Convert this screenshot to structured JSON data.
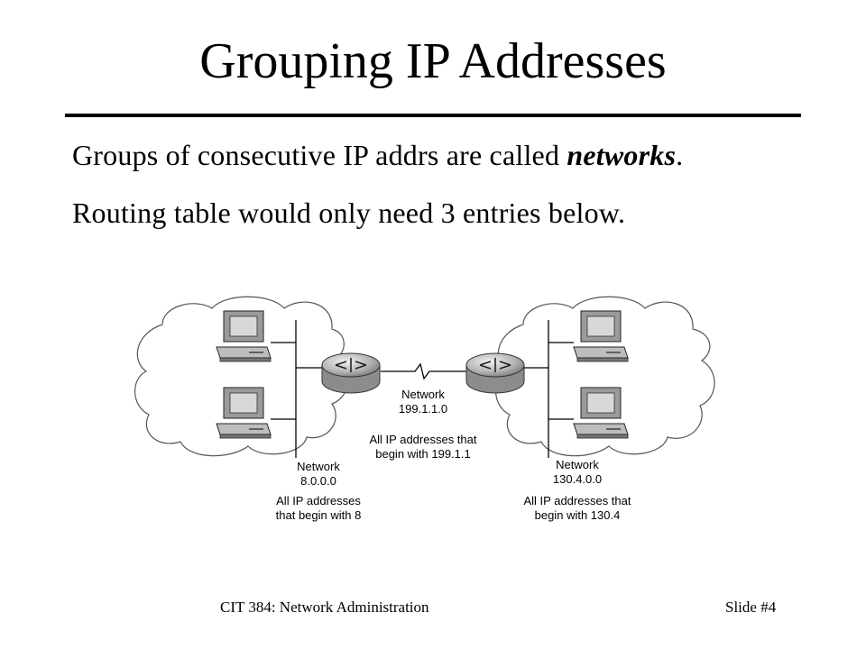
{
  "slide": {
    "title": "Grouping IP Addresses",
    "line1_prefix": "Groups of consecutive IP addrs are called ",
    "line1_emphasis": "networks",
    "line1_suffix": ".",
    "line2": "Routing table would only need 3 entries below."
  },
  "diagram": {
    "left_network": {
      "name_label": "Network",
      "address": "8.0.0.0",
      "desc_line1": "All IP addresses",
      "desc_line2": "that begin with 8"
    },
    "middle_network": {
      "name_label": "Network",
      "address": "199.1.1.0",
      "desc_line1": "All IP addresses that",
      "desc_line2": "begin with 199.1.1"
    },
    "right_network": {
      "name_label": "Network",
      "address": "130.4.0.0",
      "desc_line1": "All IP addresses that",
      "desc_line2": "begin with 130.4"
    },
    "icons": [
      "cloud-icon",
      "computer-icon",
      "router-icon",
      "serial-link-icon"
    ]
  },
  "footer": {
    "course": "CIT 384: Network Administration",
    "slide_number": "Slide #4"
  }
}
